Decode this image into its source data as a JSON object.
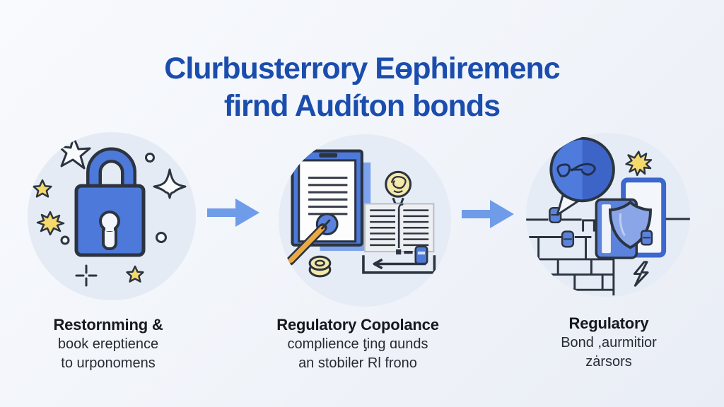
{
  "title": {
    "line1": "Clurbusterrory Eɵphiremenc",
    "line2": "firnd Audíton bonds"
  },
  "steps": [
    {
      "icon": "padlock-security",
      "title": "Restornming &",
      "line2": "book ereptience",
      "line3": "to urponomens"
    },
    {
      "icon": "compliance-documents",
      "title": "Regulatory Copolance",
      "line2": "complience ƫing ɑunds",
      "line3": "an stobiler Rl frono"
    },
    {
      "icon": "regulatory-shield",
      "title": "Regulatory",
      "line2": "Bond ,aurmitior",
      "line3": "zȧrsors"
    }
  ],
  "colors": {
    "title_blue": "#1a4dad",
    "accent_blue": "#4d79da",
    "arrow_blue": "#6f9ce9",
    "circle_bg": "#e5ebf4",
    "page_bg": "#f2f5fa",
    "caption_dark": "#15181e",
    "star_yellow": "#f5d96a",
    "pen_orange": "#eda83f",
    "outline_dark": "#2b3440"
  }
}
